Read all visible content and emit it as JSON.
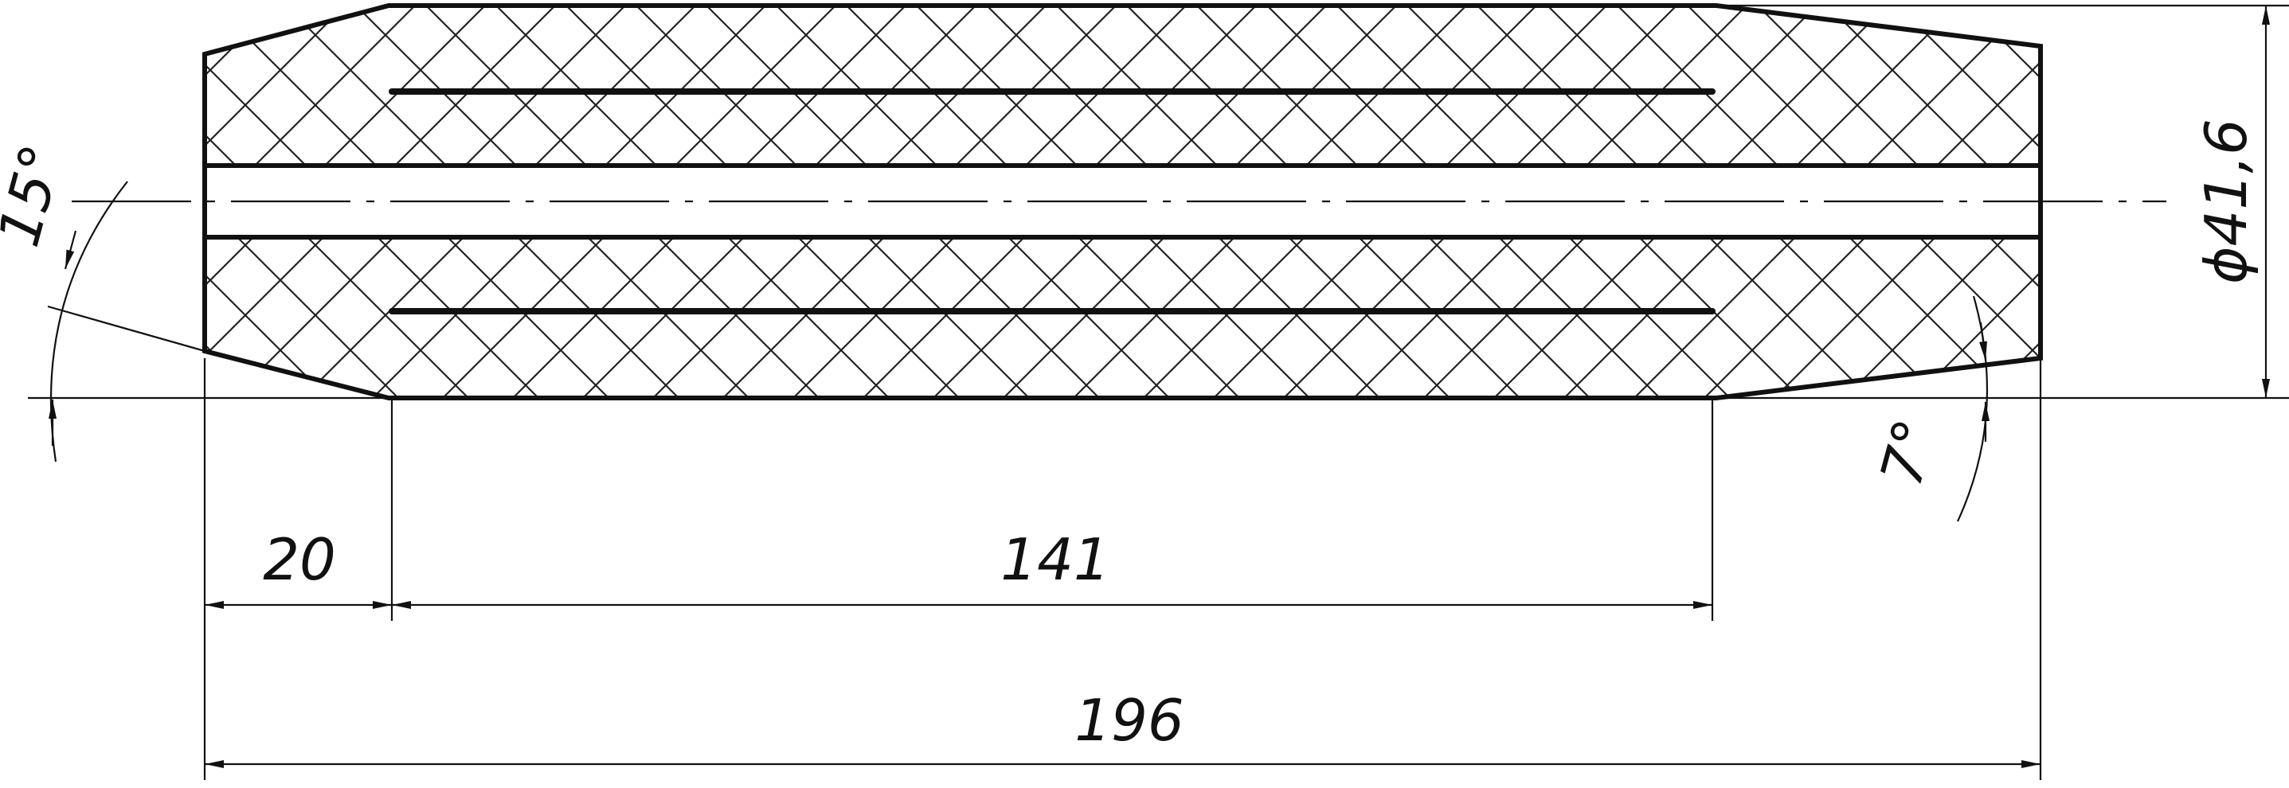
{
  "dimensions": {
    "taper_length": "20",
    "middle_length": "141",
    "total_length": "196",
    "diameter": "ϕ41,6",
    "left_angle": "15°",
    "right_angle": "7°"
  },
  "colors": {
    "line": "#111111",
    "hatch": "#222222",
    "background": "#ffffff"
  }
}
